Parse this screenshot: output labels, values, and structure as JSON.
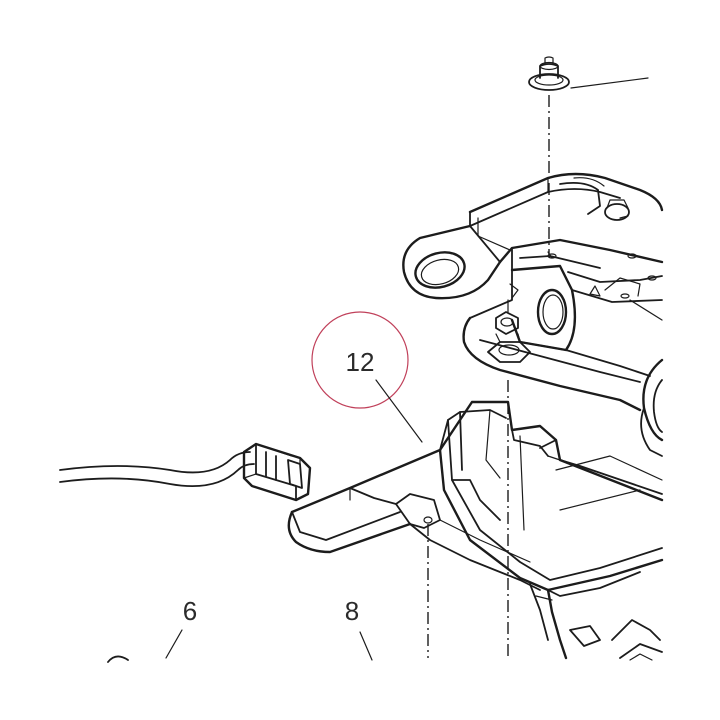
{
  "callouts": {
    "c12": "12",
    "c6": "6",
    "c8": "8"
  },
  "highlight_color": "#c0405a",
  "line_color": "#1c1c1c"
}
